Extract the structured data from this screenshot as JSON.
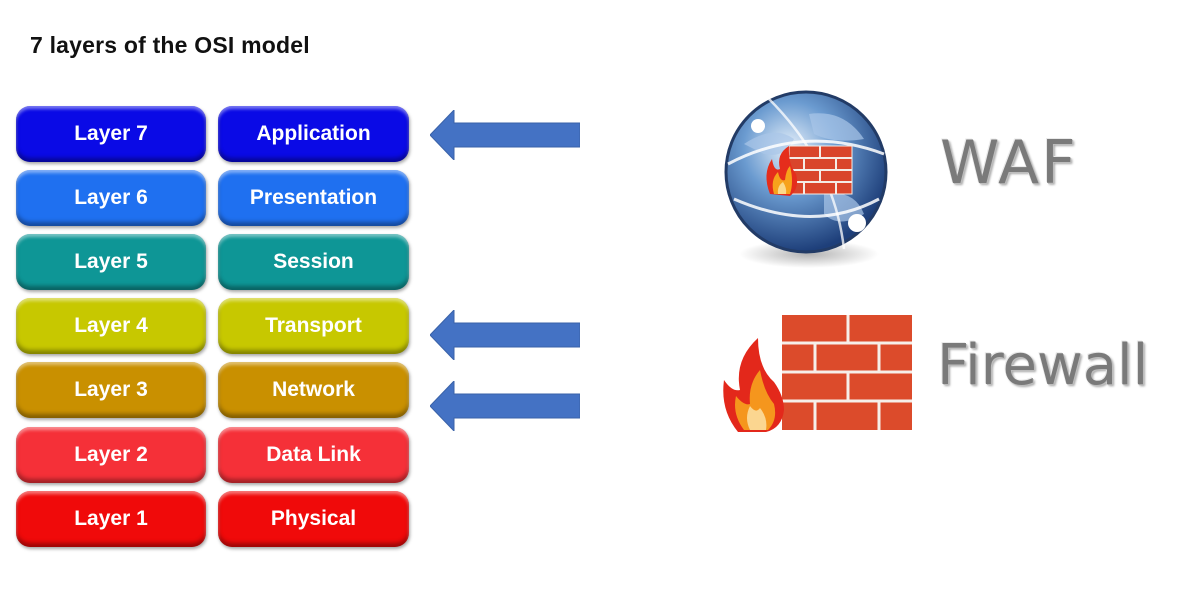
{
  "title": "7 layers of the OSI model",
  "layers": [
    {
      "number": "Layer 7",
      "name": "Application",
      "color": "#0a0ae6"
    },
    {
      "number": "Layer 6",
      "name": "Presentation",
      "color": "#1f70f0"
    },
    {
      "number": "Layer 5",
      "name": "Session",
      "color": "#0e9696"
    },
    {
      "number": "Layer 4",
      "name": "Transport",
      "color": "#c7c800"
    },
    {
      "number": "Layer 3",
      "name": "Network",
      "color": "#c99000"
    },
    {
      "number": "Layer 2",
      "name": "Data Link",
      "color": "#f53038"
    },
    {
      "number": "Layer 1",
      "name": "Physical",
      "color": "#f00a0a"
    }
  ],
  "arrows": {
    "color": "#4472c4",
    "targets": [
      "Application",
      "Transport",
      "Network"
    ]
  },
  "products": {
    "waf": {
      "label": "WAF",
      "icon": "globe-firewall-icon"
    },
    "firewall": {
      "label": "Firewall",
      "icon": "brick-firewall-icon"
    }
  }
}
